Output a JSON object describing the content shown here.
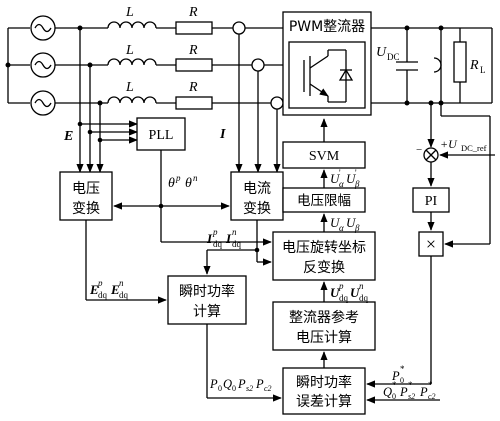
{
  "labels": {
    "inductor": "L",
    "resistor": "R",
    "pwm": "PWM整流器",
    "udc": "U",
    "udc_sub": "DC",
    "rl": "R",
    "rl_sub": "L",
    "e_vec": "E",
    "i_vec": "I",
    "ref": "+U",
    "ref_sub": "DC_ref",
    "minus": "−",
    "theta": "θ",
    "theta_p": "p",
    "theta_n": "n",
    "idq": "I",
    "idq_sub": "dq",
    "idq_sup_p": "p",
    "idq_sup_n": "n",
    "edq": "E",
    "edq_sub": "dq",
    "edq_sup_p": "p",
    "edq_sup_n": "n",
    "ualpha": "U",
    "ualpha_sub": "α",
    "ubeta": "U",
    "ubeta_sub": "β",
    "prime": "'",
    "udq": "U",
    "udq_sub": "dq",
    "udq_sup_p": "p",
    "udq_sup_n": "n",
    "p0": "P",
    "p0_sub": "0",
    "q0": "Q",
    "q0_sub": "0",
    "ps2": "P",
    "ps2_sub": "s2",
    "pc2": "P",
    "pc2_sub": "c2",
    "star": "*"
  },
  "blocks": {
    "pll": "PLL",
    "volt_transform_1": "电压",
    "volt_transform_2": "变换",
    "curr_transform_1": "电流",
    "curr_transform_2": "变换",
    "svm": "SVM",
    "volt_limit": "电压限幅",
    "inv_rot_1": "电压旋转坐标",
    "inv_rot_2": "反变换",
    "inst_power_1": "瞬时功率",
    "inst_power_2": "计算",
    "rect_ref_1": "整流器参考",
    "rect_ref_2": "电压计算",
    "err_power_1": "瞬时功率",
    "err_power_2": "误差计算",
    "pi": "PI",
    "mult": "×"
  }
}
